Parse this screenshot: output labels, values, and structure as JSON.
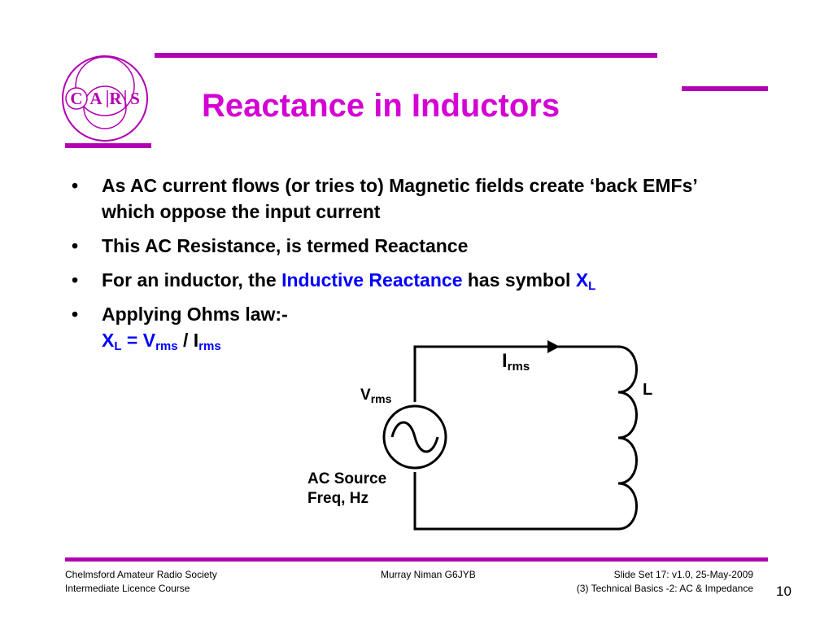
{
  "logo": {
    "text": "CARS",
    "letters": [
      "C",
      "A",
      "R",
      "S"
    ]
  },
  "title": "Reactance in Inductors",
  "bullets": {
    "b1": "As AC current flows (or tries to) Magnetic fields create ‘back EMFs’ which oppose the input current",
    "b2": "This AC Resistance, is termed Reactance",
    "b3_pre": "For an inductor, the ",
    "b3_highlight": "Inductive Reactance",
    "b3_mid": " has symbol ",
    "b3_symbol": "X",
    "b3_sub": "L",
    "b4": "Applying Ohms law:-",
    "f_x": "X",
    "f_xsub": "L",
    "f_eq": " = V",
    "f_vsub": "rms",
    "f_slash": " / I",
    "f_isub": "rms"
  },
  "circuit": {
    "current_label": "I",
    "current_sub": "rms",
    "voltage_label": "V",
    "voltage_sub": "rms",
    "inductor_label": "L",
    "source_label_1": "AC Source",
    "source_label_2": "Freq, Hz"
  },
  "footer": {
    "left_1": "Chelmsford Amateur Radio Society",
    "left_2": "Intermediate Licence Course",
    "center": "Murray Niman G6JYB",
    "right_1": "Slide Set 17: v1.0, 25-May-2009",
    "right_2": "(3) Technical Basics -2: AC & Impedance",
    "page_number": "10"
  },
  "colors": {
    "accent": "#b100b1",
    "title": "#d400d4",
    "highlight": "#0000ff"
  }
}
